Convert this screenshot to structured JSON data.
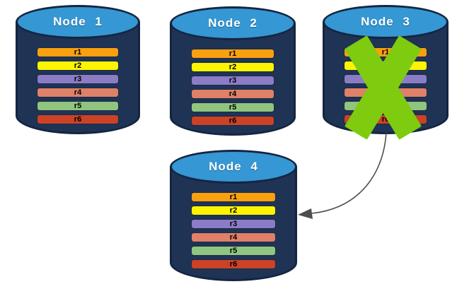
{
  "diagram": {
    "description": "Database replication: failed node data copied to new node",
    "nodes": [
      {
        "id": "node-1",
        "label": "Node 1",
        "rows": [
          "r1",
          "r2",
          "r3",
          "r4",
          "r5",
          "r6"
        ],
        "failed": false
      },
      {
        "id": "node-2",
        "label": "Node 2",
        "rows": [
          "r1",
          "r2",
          "r3",
          "r4",
          "r5",
          "r6"
        ],
        "failed": false
      },
      {
        "id": "node-3",
        "label": "Node 3",
        "rows": [
          "r1",
          "r2",
          "r3",
          "r4",
          "r5",
          "r6"
        ],
        "failed": true
      },
      {
        "id": "node-4",
        "label": "Node 4",
        "rows": [
          "r1",
          "r2",
          "r3",
          "r4",
          "r5",
          "r6"
        ],
        "failed": false
      }
    ],
    "row_colors": {
      "r1": "#F9A00F",
      "r2": "#FCF403",
      "r3": "#8C7CC6",
      "r4": "#DF8068",
      "r5": "#90C57F",
      "r6": "#CC4226"
    },
    "colors": {
      "cylinder_body": "#1F3355",
      "cylinder_rim": "#152541",
      "cylinder_top": "#3597D3",
      "row_text": "#000000",
      "title_text": "#FFFFFF",
      "failure_x": "#7ECB10",
      "arrow": "#4D4D4D",
      "background": "#FFFFFF"
    },
    "failure_marker": {
      "on_node": "Node 3"
    },
    "arrow": {
      "from": "Node 3",
      "to": "Node 4"
    }
  }
}
